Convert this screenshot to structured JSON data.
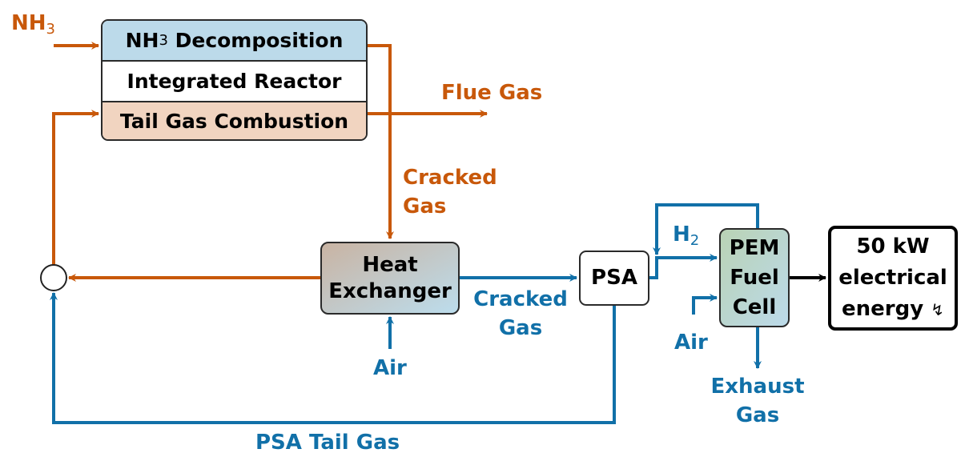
{
  "colors": {
    "hot_stream": "#c8580a",
    "cold_stream": "#1170a8",
    "electric": "#000000",
    "decomposition_fill": "#bcdaea",
    "combustion_fill": "#f1d4c0"
  },
  "reactor": {
    "decomposition": {
      "prefix": "NH",
      "sub": "3",
      "suffix": " Decomposition"
    },
    "title": "Integrated Reactor",
    "combustion": "Tail Gas Combustion"
  },
  "heat_exchanger": {
    "line1": "Heat",
    "line2": "Exchanger"
  },
  "psa": {
    "label": "PSA"
  },
  "fuel_cell": {
    "line1": "PEM",
    "line2": "Fuel",
    "line3": "Cell"
  },
  "output": {
    "line1": "50 kW",
    "line2": "electrical",
    "line3": "energy",
    "icon": "lightning-icon",
    "glyph": "↯"
  },
  "streams": {
    "nh3_feed": {
      "prefix": "NH",
      "sub": "3"
    },
    "flue_gas": "Flue Gas",
    "cracked_gas_hot": {
      "line1": "Cracked",
      "line2": "Gas"
    },
    "cracked_gas_cold": {
      "line1": "Cracked",
      "line2": "Gas"
    },
    "air_hx": "Air",
    "h2": {
      "prefix": "H",
      "sub": "2"
    },
    "air_fc": "Air",
    "exhaust": {
      "line1": "Exhaust",
      "line2": "Gas"
    },
    "psa_tail_gas": "PSA Tail Gas"
  }
}
